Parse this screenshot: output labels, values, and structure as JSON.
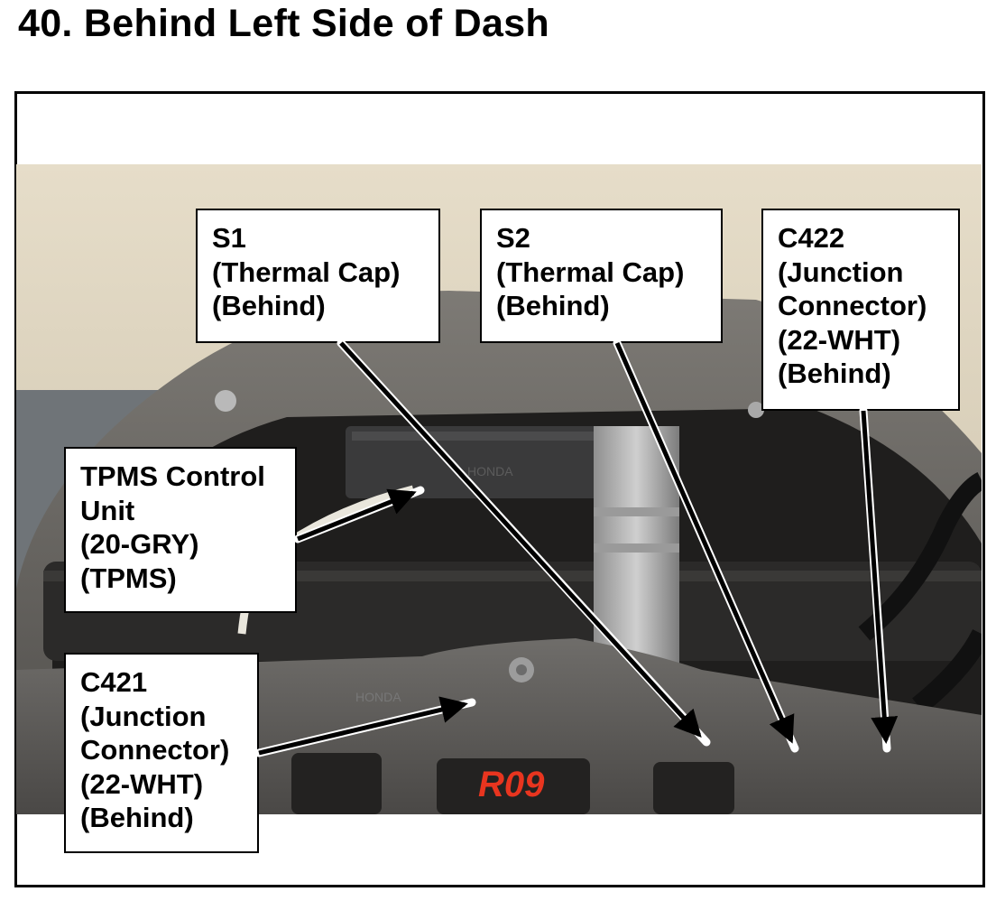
{
  "page": {
    "title": "40.  Behind Left Side of Dash"
  },
  "callouts": {
    "s1": {
      "lines": [
        "S1",
        "(Thermal Cap)",
        "(Behind)"
      ]
    },
    "s2": {
      "lines": [
        "S2",
        "(Thermal Cap)",
        "(Behind)"
      ]
    },
    "c422": {
      "lines": [
        "C422",
        "(Junction",
        "Connector)",
        "(22-WHT)",
        "(Behind)"
      ]
    },
    "tpms": {
      "lines": [
        "TPMS Control",
        "Unit",
        "(20-GRY)",
        "(TPMS)"
      ]
    },
    "c421": {
      "lines": [
        "C421",
        "(Junction",
        "Connector)",
        "(22-WHT)",
        "(Behind)"
      ]
    }
  },
  "photo": {
    "embossed_text": [
      "HONDA",
      "HONDA"
    ],
    "marker_text": "R09"
  },
  "colors": {
    "arrow": "#000000",
    "label_background": "#ffffff",
    "marker_red": "#e8351f"
  }
}
